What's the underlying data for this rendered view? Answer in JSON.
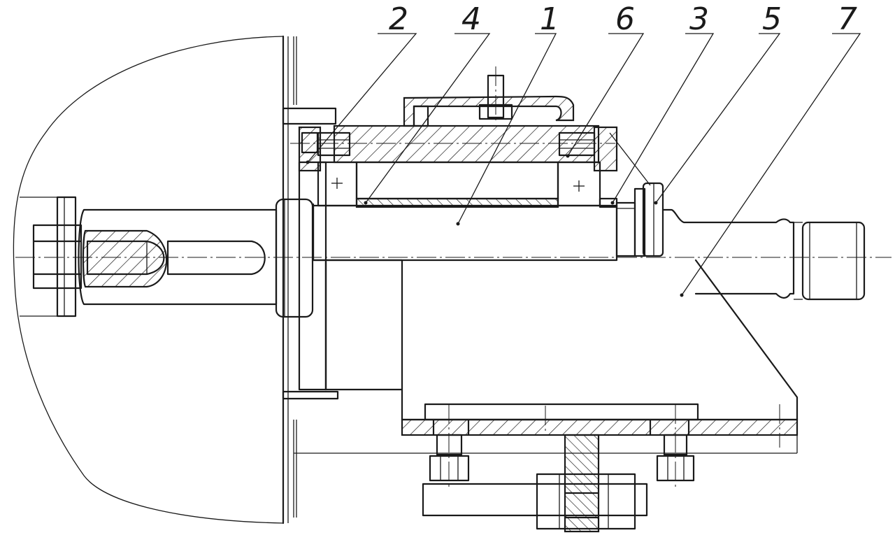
{
  "callouts": [
    {
      "id": "c2",
      "label": "2"
    },
    {
      "id": "c4",
      "label": "4"
    },
    {
      "id": "c1",
      "label": "1"
    },
    {
      "id": "c6",
      "label": "6"
    },
    {
      "id": "c3",
      "label": "3"
    },
    {
      "id": "c5",
      "label": "5"
    },
    {
      "id": "c7",
      "label": "7"
    }
  ],
  "colors": {
    "ink": "#1a1a1a",
    "paper": "#ffffff"
  }
}
